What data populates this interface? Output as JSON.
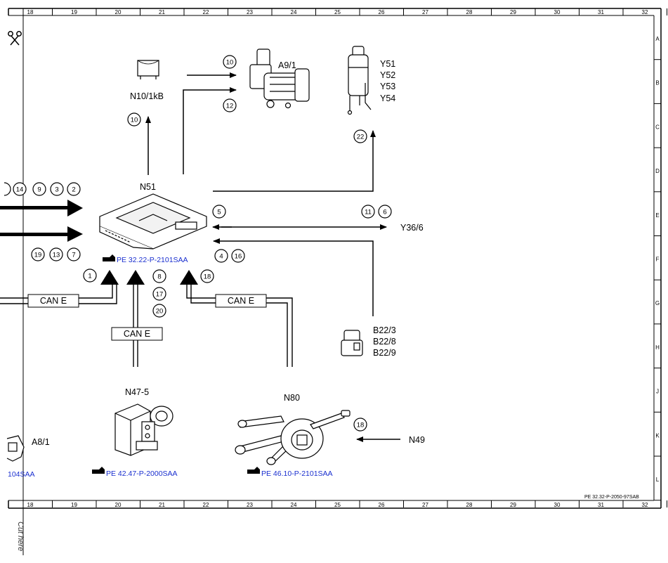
{
  "ruler": {
    "columns": [
      "18",
      "19",
      "20",
      "21",
      "22",
      "23",
      "24",
      "25",
      "26",
      "27",
      "28",
      "29",
      "30",
      "31",
      "32"
    ],
    "rows": [
      "A",
      "B",
      "C",
      "D",
      "E",
      "F",
      "G",
      "H",
      "J",
      "K",
      "L"
    ]
  },
  "components": {
    "n10_1kb": "N10/1kB",
    "a9_1": "A9/1",
    "y51": "Y51",
    "y52": "Y52",
    "y53": "Y53",
    "y54": "Y54",
    "n51": "N51",
    "y36_6": "Y36/6",
    "b22_3": "B22/3",
    "b22_8": "B22/8",
    "b22_9": "B22/9",
    "n47_5": "N47-5",
    "n80": "N80",
    "n49": "N49",
    "a8_1": "A8/1"
  },
  "bus_labels": {
    "can_left": "CAN E",
    "can_mid": "CAN E",
    "can_right": "CAN E"
  },
  "signals": {
    "s10_top": "10",
    "s10_a91": "10",
    "s12": "12",
    "s22": "22",
    "s14": "14",
    "s9": "9",
    "s3": "3",
    "s2": "2",
    "s19": "19",
    "s13": "13",
    "s7": "7",
    "s5": "5",
    "s11": "11",
    "s6": "6",
    "s4": "4",
    "s16": "16",
    "s1": "1",
    "s8": "8",
    "s17": "17",
    "s20": "20",
    "s18_n51": "18",
    "s18_n80": "18"
  },
  "references": {
    "ref_n51": "PE 32.22-P-2101SAA",
    "ref_n47": "PE 42.47-P-2000SAA",
    "ref_n80": "PE 46.10-P-2101SAA",
    "ref_left": "104SAA",
    "doc_code": "PE 32.32-P-2050-97SAB"
  },
  "cut_label": "Cut here"
}
